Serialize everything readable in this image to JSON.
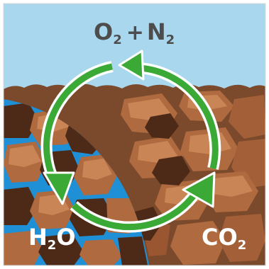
{
  "labels": {
    "top": {
      "a": "O",
      "a_sub": "2",
      "op": "+",
      "b": "N",
      "b_sub": "2"
    },
    "left": {
      "a": "H",
      "a_sub": "2",
      "b": "O"
    },
    "right": {
      "a": "CO",
      "a_sub": "2"
    }
  },
  "colors": {
    "sky": "#a9d8ee",
    "soil": "#7b4a2c",
    "rock": "#b06a3f",
    "rock_dark": "#4d2a17",
    "water": "#1f8fd6",
    "arrow": "#3aa936",
    "top_label": "#4d4d4d",
    "bottom_label": "#ffffff"
  }
}
